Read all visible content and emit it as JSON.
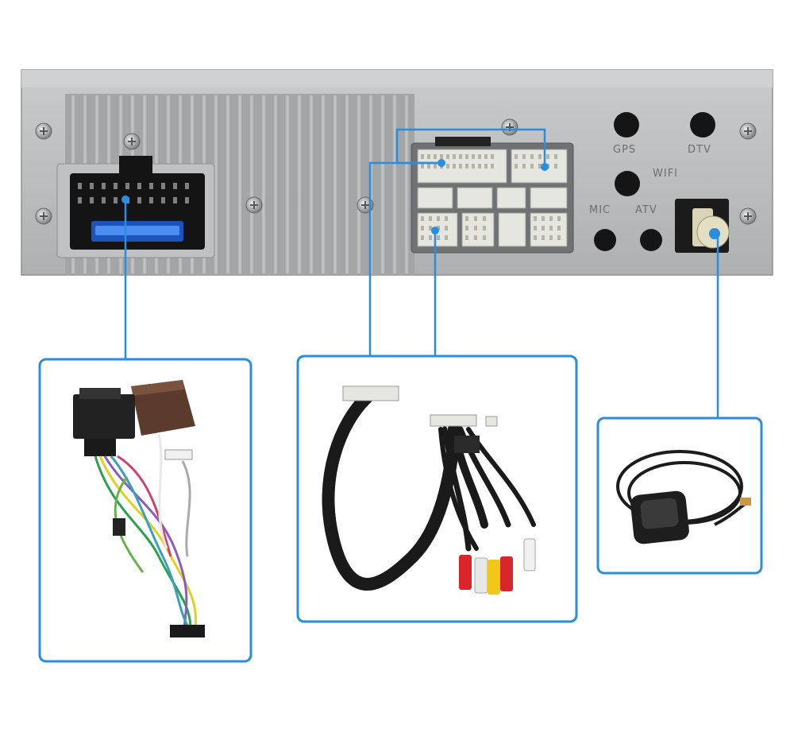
{
  "ports": {
    "gps": "GPS",
    "dtv": "DTV",
    "wifi": "WIFI",
    "mic": "MIC",
    "atv": "ATV"
  },
  "colors": {
    "accent": "#2a8ee0",
    "chassis": "#b9bbbd",
    "connector_white": "#e6e6e0",
    "cable_black": "#1a1a1a"
  },
  "panels": [
    {
      "name": "power-harness-panel",
      "content": "power-harness-with-canbus-box"
    },
    {
      "name": "av-rca-cable-panel",
      "content": "rca-audio-video-cable"
    },
    {
      "name": "gps-antenna-panel",
      "content": "gps-antenna"
    }
  ]
}
